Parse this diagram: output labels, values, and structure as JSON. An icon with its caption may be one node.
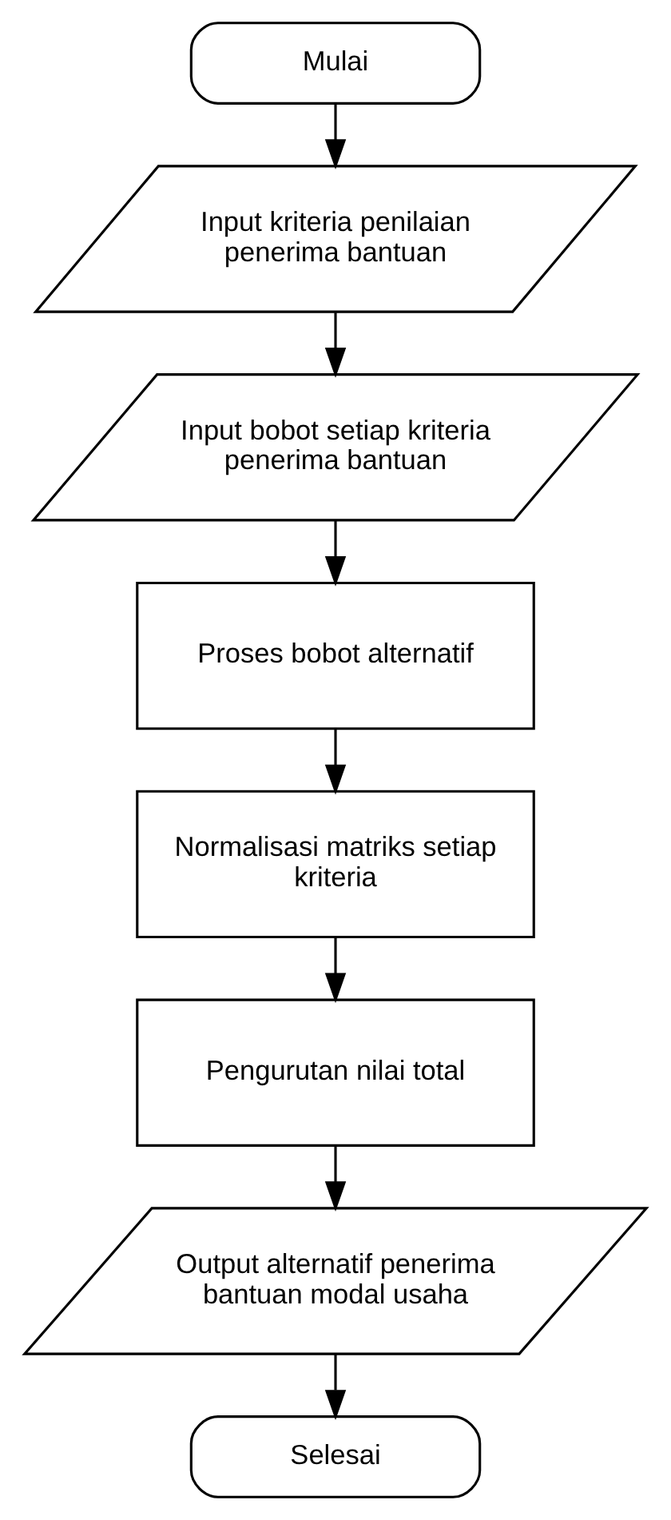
{
  "diagram": {
    "nodes": [
      {
        "text": [
          "Mulai"
        ]
      },
      {
        "text": [
          "Input kriteria penilaian penerima bantuan"
        ]
      },
      {
        "text": [
          "Input bobot setiap kriteria penerima bantuan"
        ]
      },
      {
        "text": [
          "Proses bobot alternatif"
        ]
      },
      {
        "text": [
          "Normalisasi matriks setiap kriteria"
        ]
      },
      {
        "text": [
          "Pengurutan nilai total"
        ]
      },
      {
        "text": [
          "Output alternatif penerima bantuan modal usaha"
        ]
      },
      {
        "text": [
          "Selesai"
        ]
      }
    ],
    "edges": [
      {
        "from": 0,
        "to": 1,
        "arrow": "to"
      },
      {
        "from": 1,
        "to": 2,
        "arrow": "to"
      },
      {
        "from": 2,
        "to": 3,
        "arrow": "to"
      },
      {
        "from": 3,
        "to": 4,
        "arrow": "to"
      },
      {
        "from": 4,
        "to": 5,
        "arrow": "to"
      },
      {
        "from": 5,
        "to": 6,
        "arrow": "to"
      },
      {
        "from": 6,
        "to": 7,
        "arrow": "to"
      }
    ]
  }
}
